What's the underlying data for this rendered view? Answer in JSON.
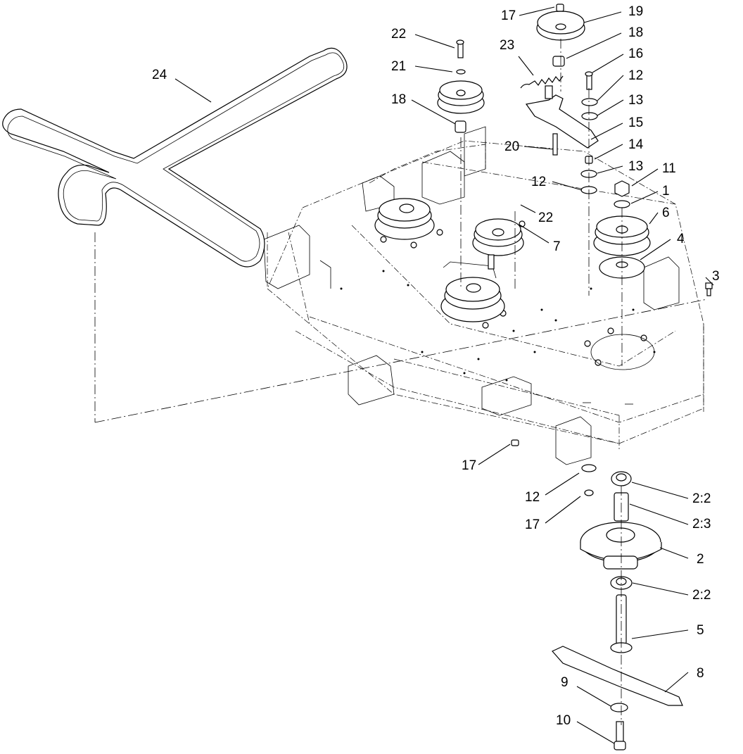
{
  "labels": {
    "l1": "1",
    "l2": "2",
    "l2_2a": "2:2",
    "l2_2b": "2:2",
    "l2_3": "2:3",
    "l3": "3",
    "l4": "4",
    "l5": "5",
    "l6": "6",
    "l7": "7",
    "l8": "8",
    "l9": "9",
    "l10": "10",
    "l11": "11",
    "l12a": "12",
    "l12b": "12",
    "l12c": "12",
    "l13a": "13",
    "l13b": "13",
    "l14": "14",
    "l15": "15",
    "l16": "16",
    "l17a": "17",
    "l17b": "17",
    "l17c": "17",
    "l18a": "18",
    "l18b": "18",
    "l19": "19",
    "l20": "20",
    "l21": "21",
    "l22a": "22",
    "l22b": "22",
    "l23": "23",
    "l24": "24"
  }
}
